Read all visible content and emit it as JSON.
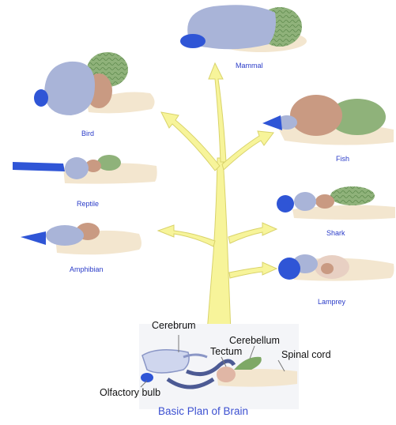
{
  "animals": {
    "mammal": "Mammal",
    "bird": "Bird",
    "fish": "Fish",
    "reptile": "Reptile",
    "shark": "Shark",
    "amphibian": "Amphibian",
    "lamprey": "Lamprey"
  },
  "basic_plan": {
    "cerebrum": "Cerebrum",
    "cerebellum": "Cerebellum",
    "tectum": "Tectum",
    "spinal_cord": "Spinal cord",
    "olfactory_bulb": "Olfactory bulb",
    "caption": "Basic Plan of Brain"
  },
  "colors": {
    "cerebrum": "#a9b4d8",
    "olfactory": "#2f55d6",
    "cerebellum": "#8fb27a",
    "tectum": "#c99a82",
    "brainstem": "#f3e6cf",
    "arrow": "#f7f49a",
    "label_blue": "#2a3bc8"
  }
}
